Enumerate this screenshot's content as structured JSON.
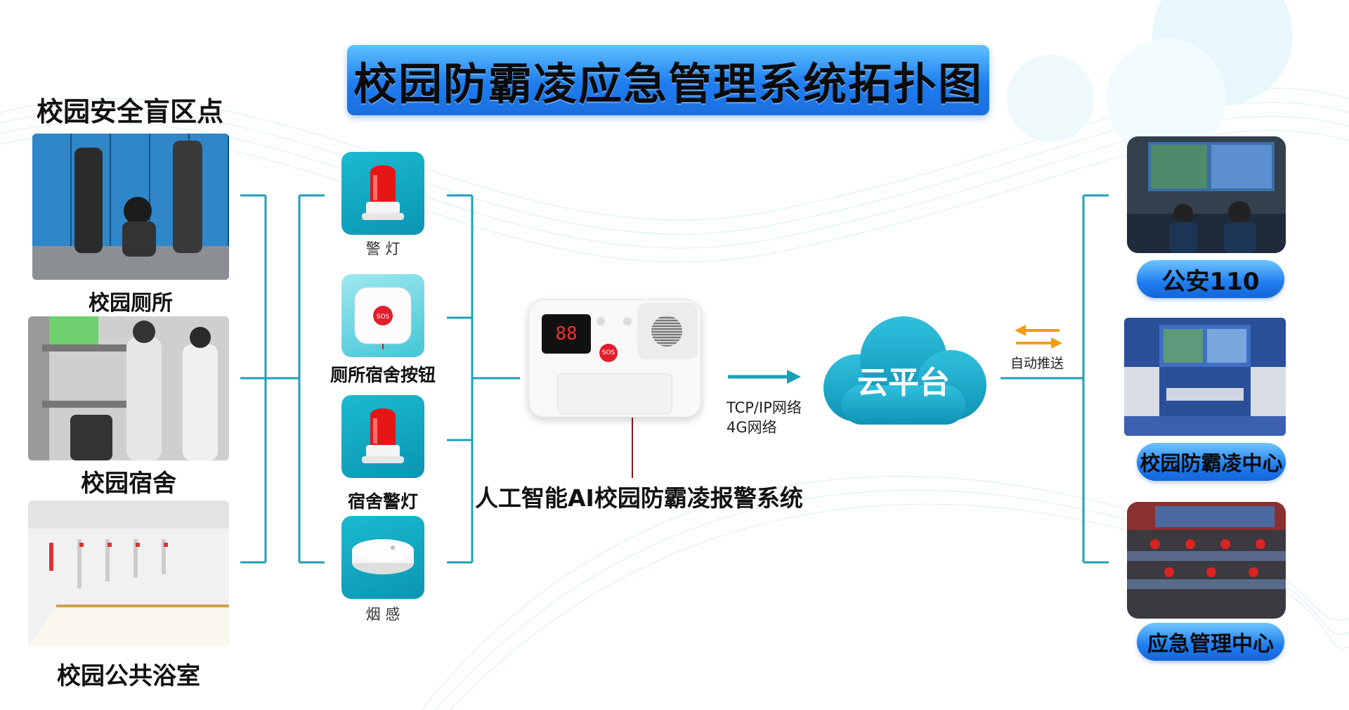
{
  "title": "校园防霸凌应急管理系统拓扑图",
  "left": {
    "heading": "校园安全盲区点",
    "places": [
      "校园厕所",
      "校园宿舍",
      "校园公共浴室"
    ]
  },
  "devices": [
    {
      "label": "警 灯"
    },
    {
      "label": "厕所宿舍按钮"
    },
    {
      "label": "宿舍警灯"
    },
    {
      "label": "烟 感"
    }
  ],
  "main_device": {
    "display": "88",
    "button": "SOS",
    "label": "人工智能AI校园防霸凌报警系统"
  },
  "network": {
    "line1": "TCP/IP网络",
    "line2": "4G网络"
  },
  "cloud": {
    "label": "云平台"
  },
  "push": {
    "label": "自动推送"
  },
  "right": [
    "公安110",
    "校园防霸凌中心",
    "应急管理中心"
  ],
  "colors": {
    "connector": "#1f9fb8",
    "banner": "#1e7df0",
    "device_bg": "#10a7c2",
    "cloud": "#1aa9c8",
    "push_arrow": "#f59b1a"
  }
}
